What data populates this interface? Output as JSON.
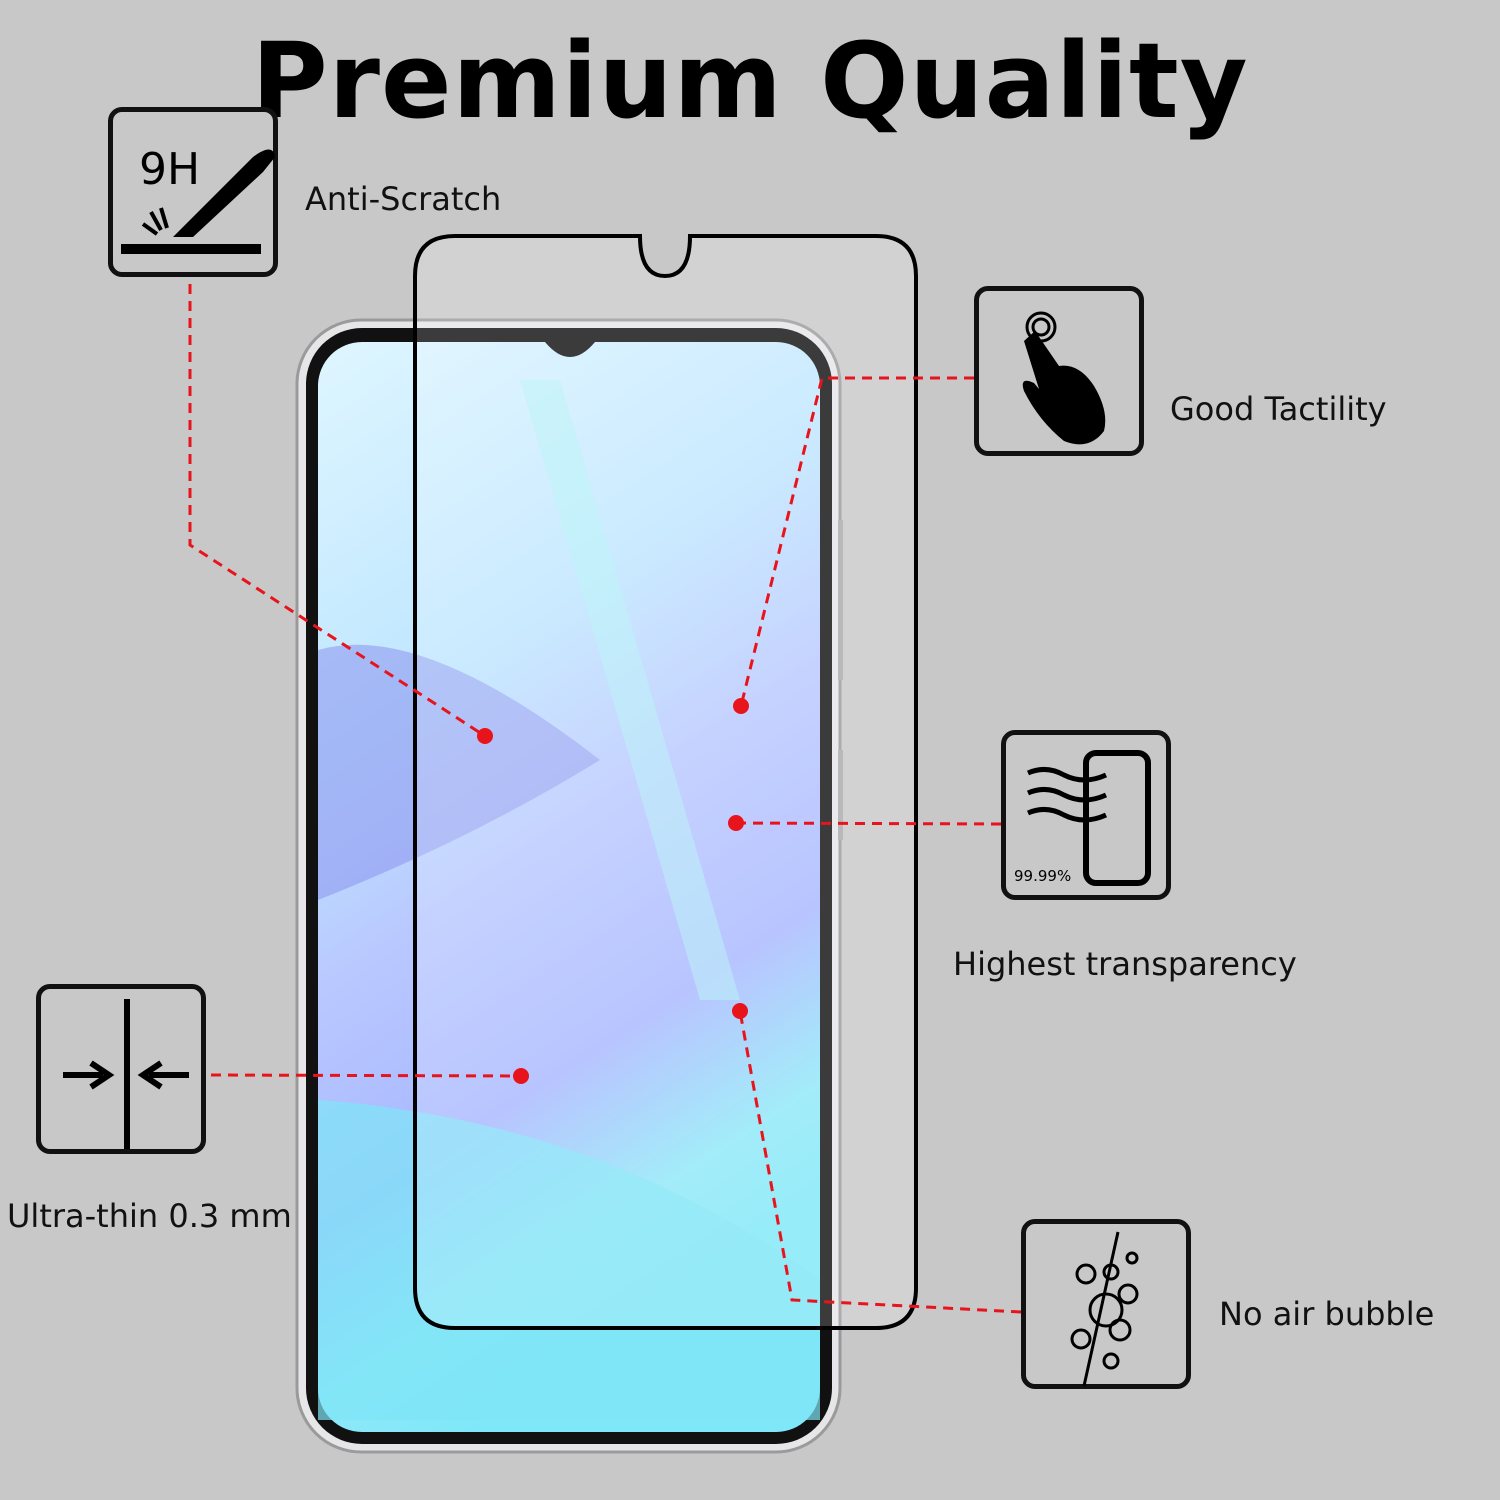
{
  "title": "Premium Quality",
  "features": {
    "anti_scratch": {
      "label": "Anti-Scratch",
      "icon_text": "9H"
    },
    "tactility": {
      "label": "Good Tactility"
    },
    "transparency": {
      "label": "Highest transparency",
      "icon_text": "99.99%"
    },
    "ultra_thin": {
      "label": "Ultra-thin 0.3 mm"
    },
    "no_bubble": {
      "label": "No air bubble"
    }
  },
  "colors": {
    "background": "#c8c8c8",
    "accent": "#e8141c"
  }
}
